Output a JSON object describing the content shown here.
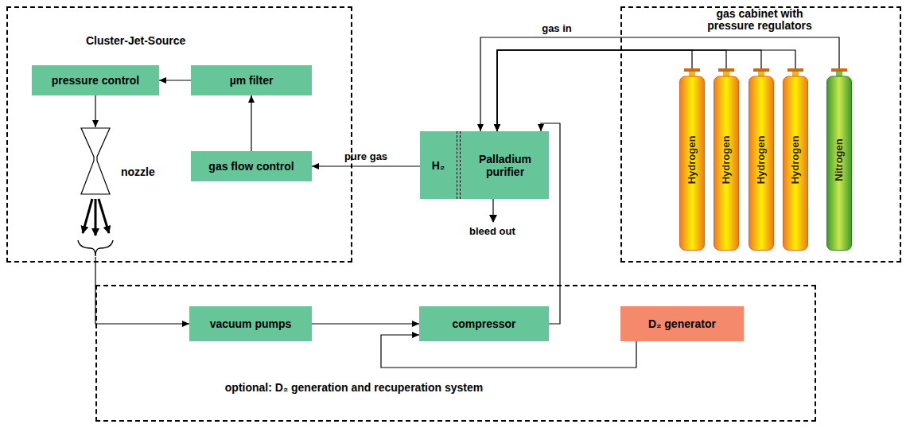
{
  "diagram": {
    "nodes": [
      {
        "text": [
          "Cluster-Jet-Source"
        ]
      },
      {
        "text": [
          "pressure control"
        ],
        "in": 0
      },
      {
        "text": [
          "µm filter"
        ],
        "in": 0
      },
      {
        "text": [
          "nozzle"
        ],
        "in": 0
      },
      {
        "text": [
          "gas flow control"
        ],
        "in": 0
      },
      {
        "text": [
          "H₂",
          "Palladium purifier"
        ]
      },
      {
        "text": [
          "gas cabinet with pressure regulators"
        ]
      },
      {
        "text": [
          "Hydrogen"
        ],
        "in": 6
      },
      {
        "text": [
          "Hydrogen"
        ],
        "in": 6
      },
      {
        "text": [
          "Hydrogen"
        ],
        "in": 6
      },
      {
        "text": [
          "Hydrogen"
        ],
        "in": 6
      },
      {
        "text": [
          "Nitrogen"
        ],
        "in": 6
      },
      {
        "text": [
          "optional: D₂ generation and recuperation system"
        ]
      },
      {
        "text": [
          "vacuum pumps"
        ],
        "in": 12
      },
      {
        "text": [
          "compressor"
        ],
        "in": 12
      },
      {
        "text": [
          "D₂ generator"
        ],
        "in": 12
      }
    ],
    "edges": [
      {
        "from": 4,
        "to": 2,
        "arrow": "to"
      },
      {
        "from": 2,
        "to": 1,
        "arrow": "to"
      },
      {
        "from": 1,
        "to": 3,
        "arrow": "to"
      },
      {
        "from": 3,
        "to": 13,
        "arrow": "to"
      },
      {
        "from": 13,
        "to": 14,
        "arrow": "to"
      },
      {
        "from": 14,
        "to": 5,
        "arrow": "to"
      },
      {
        "from": 15,
        "to": 14,
        "arrow": "to"
      },
      {
        "from": 5,
        "to": 4,
        "label": "pure gas",
        "arrow": "to"
      },
      {
        "from": 7,
        "to": 5,
        "arrow": "to"
      },
      {
        "from": 8,
        "to": 5,
        "arrow": "to"
      },
      {
        "from": 9,
        "to": 5,
        "arrow": "to"
      },
      {
        "from": 10,
        "to": 5,
        "arrow": "to"
      },
      {
        "from": 11,
        "to": 5,
        "label": "gas in",
        "arrow": "to"
      }
    ],
    "labels": [
      "bleed out"
    ]
  }
}
